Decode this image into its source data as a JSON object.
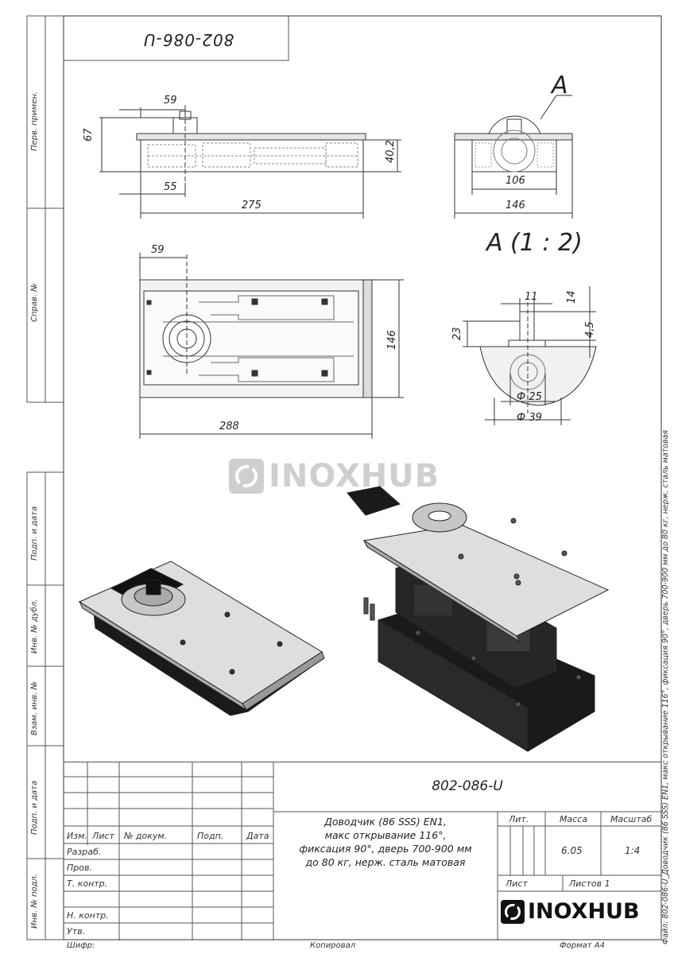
{
  "doc_code": "802-086-U",
  "doc_code_mirrored": "802-086-U",
  "left_strip": {
    "perv_primen": "Перв. примен.",
    "sprav_no": "Справ. №",
    "podp_data_1": "Подп. и дата",
    "inv_no_dubl": "Инв. № дубл.",
    "vzam_inv_no": "Взам. инв. №",
    "podp_data_2": "Подп. и дата",
    "inv_no_podl": "Инв. № подл."
  },
  "right_strip": "Файл: 802-086-U_Доводчик (86 SSS) EN1, макс открывание 116°, фиксация 90°, дверь 700-900 мм до 80 кг, нерж. сталь матовая",
  "views": {
    "label_a": "A",
    "label_a_scale": "A (1 : 2)"
  },
  "dimensions": {
    "front_59": "59",
    "front_67": "67",
    "front_40_2": "40,2",
    "front_55": "55",
    "front_275": "275",
    "side_106": "106",
    "side_146": "146",
    "top_59": "59",
    "top_146": "146",
    "top_288": "288",
    "detail_11": "11",
    "detail_14": "14",
    "detail_23": "23",
    "detail_4_5": "4,5",
    "detail_d25": "Ф 25",
    "detail_d39": "Ф 39"
  },
  "watermark": "INOXHUB",
  "title_block": {
    "designation": "802-086-U",
    "name_lines": [
      "Доводчик (86 SSS) EN1,",
      "макс открывание 116°,",
      "фиксация 90°, дверь 700-900 мм",
      "до 80 кг, нерж. сталь матовая"
    ],
    "col_izm": "Изм.",
    "col_list": "Лист",
    "col_dokum": "№ докум.",
    "col_podp": "Подп.",
    "col_data": "Дата",
    "razrab": "Разраб.",
    "prov": "Пров.",
    "t_kontr": "Т. контр.",
    "n_kontr": "Н. контр.",
    "utv": "Утв.",
    "lit": "Лит.",
    "massa": "Масса",
    "masshtab": "Масштаб",
    "massa_value": "6.05",
    "masshtab_value": "1:4",
    "list_label": "Лист",
    "listov_label": "Листов 1",
    "logo": "INOXHUB"
  },
  "footer": {
    "shifr": "Шифр:",
    "kopiroval": "Копировал",
    "format": "Формат А4"
  }
}
